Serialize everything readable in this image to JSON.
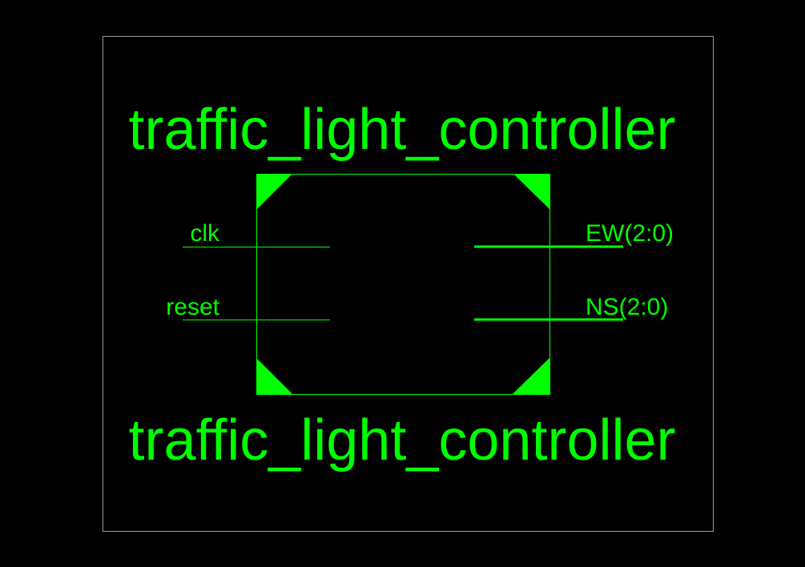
{
  "symbol": {
    "name_top": "traffic_light_controller",
    "name_bottom": "traffic_light_controller",
    "inputs": [
      {
        "label": "clk"
      },
      {
        "label": "reset"
      }
    ],
    "outputs": [
      {
        "label": "EW(2:0)",
        "bus": true
      },
      {
        "label": "NS(2:0)",
        "bus": true
      }
    ]
  },
  "colors": {
    "background": "#000000",
    "symbol": "#00ff00",
    "frame": "#9a9a9a"
  }
}
